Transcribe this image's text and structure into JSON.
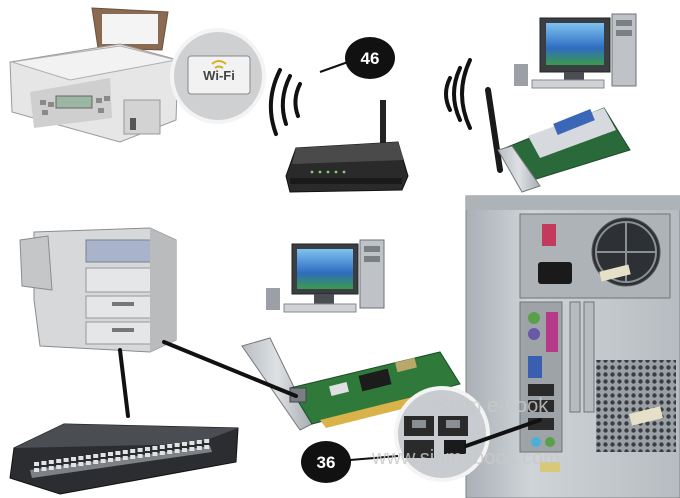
{
  "callouts": {
    "wireless": "46",
    "wired": "36"
  },
  "printer_badge": {
    "text": "Wi-Fi"
  },
  "watermark": {
    "line1": "Siam e-book",
    "line2": "www.siamebook.com"
  },
  "colors": {
    "callout_fill": "#111111",
    "cable": "#111111",
    "device_gray": "#d8d8d8",
    "case_gray": "#c7ccd0",
    "screen_blue": "#2f6cc0",
    "nic_green": "#2f7a3a"
  }
}
